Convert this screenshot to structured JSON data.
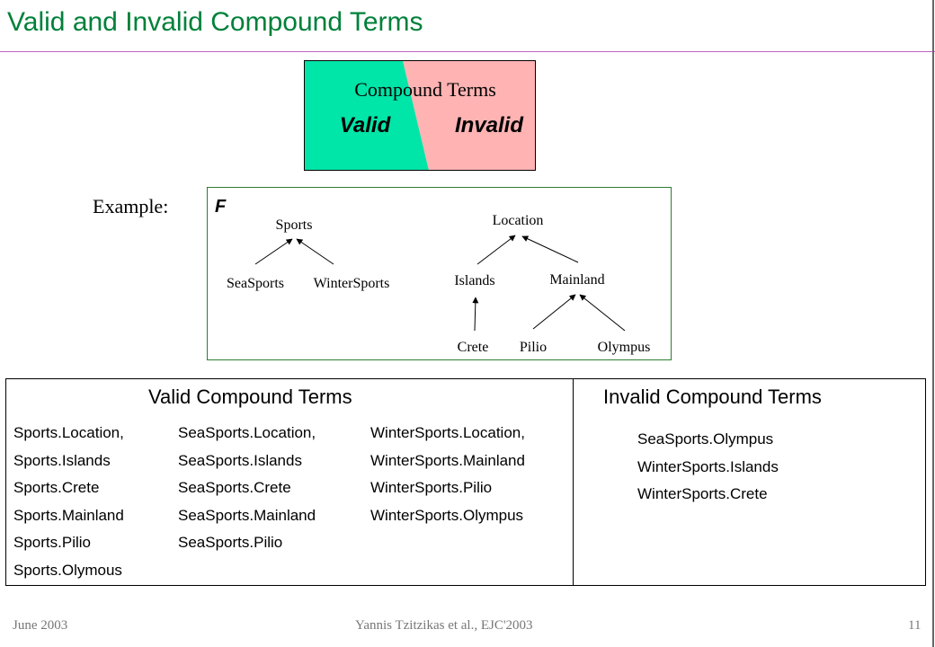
{
  "slide": {
    "title": "Valid and Invalid Compound Terms",
    "example_label": "Example:",
    "footer": {
      "date": "June 2003",
      "authors": "Yannis Tzitzikas et al., EJC'2003",
      "page": "11"
    }
  },
  "venn": {
    "heading": "Compound Terms",
    "valid_label": "Valid",
    "invalid_label": "Invalid",
    "valid_color": "#00e5a8",
    "invalid_color": "#ffb3b3"
  },
  "facet": {
    "name": "F",
    "nodes": {
      "sports": "Sports",
      "seasports": "SeaSports",
      "wintersports": "WinterSports",
      "location": "Location",
      "islands": "Islands",
      "mainland": "Mainland",
      "crete": "Crete",
      "pilio": "Pilio",
      "olympus": "Olympus"
    }
  },
  "valid_terms": {
    "heading": "Valid Compound Terms",
    "columns": [
      [
        "Sports.Location,",
        "Sports.Islands",
        "Sports.Crete",
        "Sports.Mainland",
        "Sports.Pilio",
        "Sports.Olymous"
      ],
      [
        "SeaSports.Location,",
        "SeaSports.Islands",
        "SeaSports.Crete",
        "SeaSports.Mainland",
        "SeaSports.Pilio"
      ],
      [
        "WinterSports.Location,",
        "WinterSports.Mainland",
        "WinterSports.Pilio",
        "WinterSports.Olympus"
      ]
    ]
  },
  "invalid_terms": {
    "heading": "Invalid Compound Terms",
    "items": [
      "SeaSports.Olympus",
      "WinterSports.Islands",
      "WinterSports.Crete"
    ]
  }
}
